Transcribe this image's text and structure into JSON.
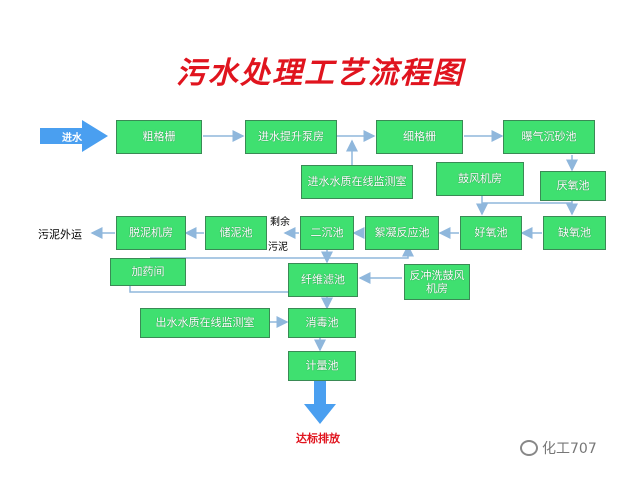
{
  "title": "污水处理工艺流程图",
  "inlet": "进水",
  "outlet": "达标排放",
  "sludge_out": "污泥外运",
  "label_surplus": "剩余",
  "label_sludge": "污泥",
  "watermark": "化工707",
  "boxes": {
    "coarse_screen": "粗格栅",
    "lift_pump": "进水提升泵房",
    "fine_screen": "细格栅",
    "aerated_grit": "曝气沉砂池",
    "inlet_monitor": "进水水质在线监测室",
    "blower": "鼓风机房",
    "anaerobic": "厌氧池",
    "dewatering": "脱泥机房",
    "sludge_storage": "储泥池",
    "secondary_clarifier": "二沉池",
    "flocculation": "絮凝反应池",
    "aerobic": "好氧池",
    "anoxic": "缺氧池",
    "dosing": "加药间",
    "fiber_filter": "纤维滤池",
    "backwash": "反冲洗鼓风机房",
    "outlet_monitor": "出水水质在线监测室",
    "disinfection": "消毒池",
    "metering": "计量池"
  }
}
